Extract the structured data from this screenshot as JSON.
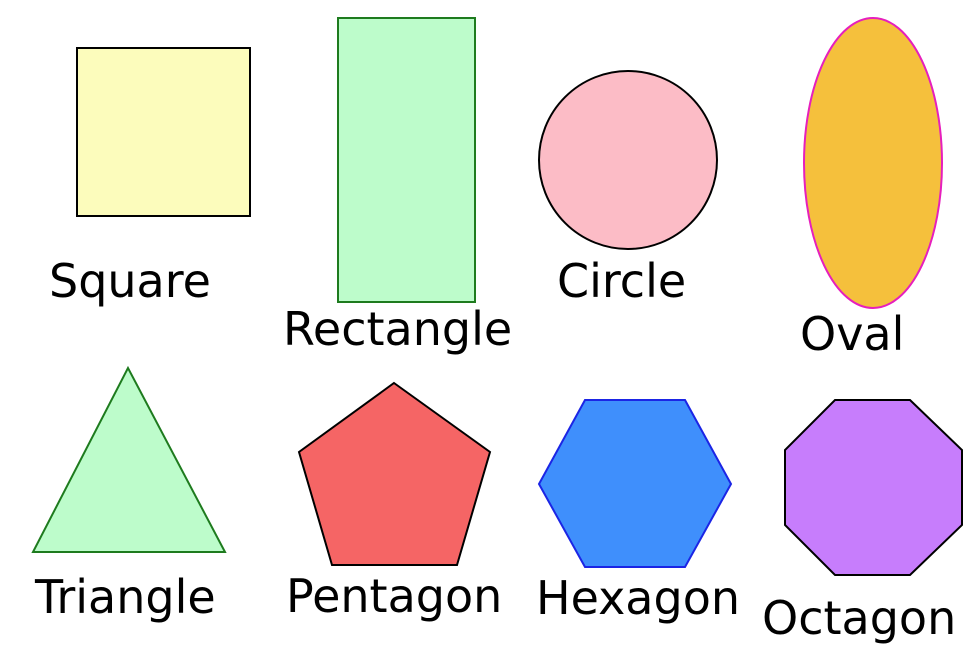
{
  "shapes": [
    {
      "key": "square",
      "label": "Square",
      "fill": "#fcfcbc",
      "stroke": "#000000"
    },
    {
      "key": "rectangle",
      "label": "Rectangle",
      "fill": "#bdfccb",
      "stroke": "#1e7b1e"
    },
    {
      "key": "circle",
      "label": "Circle",
      "fill": "#fcbcc6",
      "stroke": "#000000"
    },
    {
      "key": "oval",
      "label": "Oval",
      "fill": "#f5c03c",
      "stroke": "#e61fbd"
    },
    {
      "key": "triangle",
      "label": "Triangle",
      "fill": "#bdfccb",
      "stroke": "#1e7b1e"
    },
    {
      "key": "pentagon",
      "label": "Pentagon",
      "fill": "#f56565",
      "stroke": "#000000"
    },
    {
      "key": "hexagon",
      "label": "Hexagon",
      "fill": "#3f8ffc",
      "stroke": "#1b25e5"
    },
    {
      "key": "octagon",
      "label": "Octagon",
      "fill": "#c77dfc",
      "stroke": "#000000"
    }
  ]
}
